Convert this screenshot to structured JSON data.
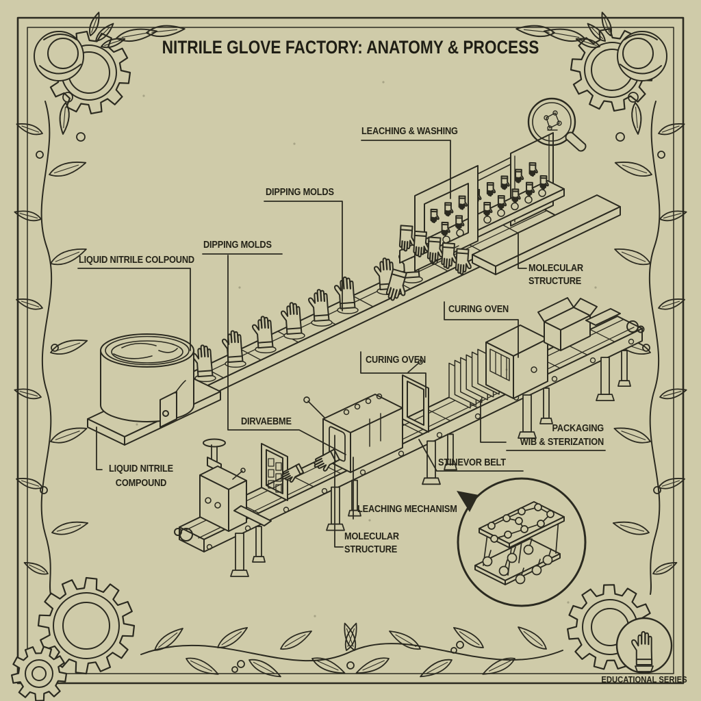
{
  "title": "NITRILE GLOVE FACTORY: ANATOMY & PROCESS",
  "labels": {
    "leaching_washing": "LEACHING & WASHING",
    "dipping_molds_upper": "DIPPING MOLDS",
    "dipping_molds_lower": "DIPPING MOLDS",
    "liquid_nitrile_colpound": "LIQUID NITRILE COLPOUND",
    "molecular_right": [
      "MOLECULAR",
      "STRUCTURE"
    ],
    "curing_oven_right": "CURING OVEN",
    "curing_oven_left": "CURING OVEN",
    "dirvaebme": "DIRVAEBME",
    "packaging": [
      "PACKAGING",
      "WIB & STERIZATION"
    ],
    "stinevor_belt": "STINEVOR BELT",
    "leaching_mechanism": "LEACHING MECHANISM",
    "molecular_bottom": [
      "MOLECULAR",
      "STRUCTURE"
    ],
    "liquid_nitrile_compound": [
      "LIQUID NITRILE",
      "COMPOUND"
    ]
  },
  "badge": {
    "text": "EDUCATIONAL SERIES"
  },
  "icons": {
    "top_right": "magnifier-molecule-icon",
    "bottom_right_detail": "molecule-lattice-magnifier-icon",
    "badge": "glove-badge-icon",
    "corners": "gear-and-flower-icon",
    "borders": "botanical-vine-icon"
  },
  "colors": {
    "background": "#cfcba9",
    "ink": "#2b2a20",
    "text": "#242318"
  }
}
